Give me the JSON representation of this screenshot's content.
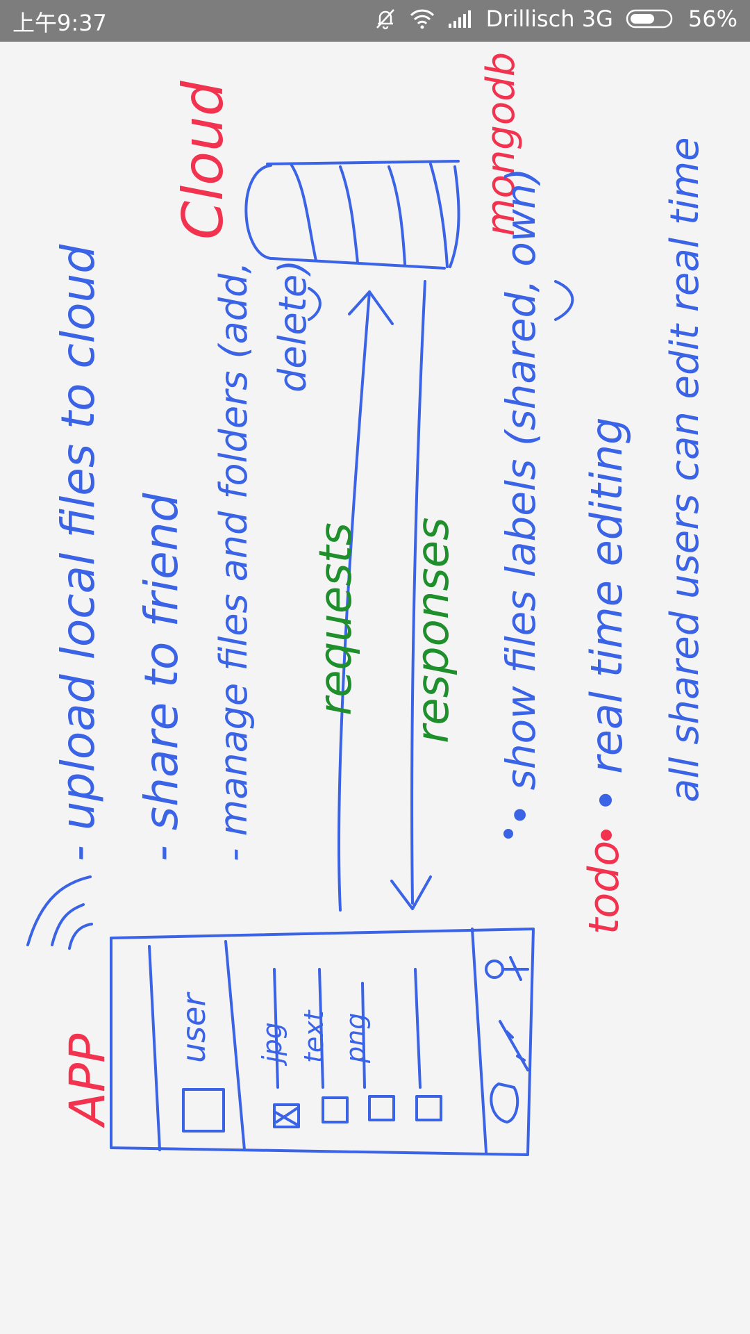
{
  "status_bar": {
    "time": "上午9:37",
    "carrier": "Drillisch 3G",
    "battery": "56%",
    "icons": [
      "mute-bell-icon",
      "wifi-icon",
      "signal-icon",
      "battery-icon"
    ]
  },
  "colors": {
    "ink_blue": "#3a63e6",
    "ink_red": "#f2334f",
    "ink_green": "#1f8f2c",
    "background": "#f4f4f5",
    "status_bar": "#7d7d7d"
  },
  "sketch": {
    "app_label": "APP",
    "app_user_label": "user",
    "app_files": [
      "jpg",
      "text",
      "png"
    ],
    "cloud_label": "Cloud",
    "db_label": "mongodb",
    "requests_label": "requests",
    "responses_label": "responses",
    "features": [
      "- upload local files to cloud",
      "- share to friend",
      "- manage files and folders (add,",
      "delete)"
    ],
    "todo_label": "todo",
    "todo_items": [
      "• show files labels (shared, own)",
      "• real time editing",
      "all shared users can edit real time"
    ]
  }
}
